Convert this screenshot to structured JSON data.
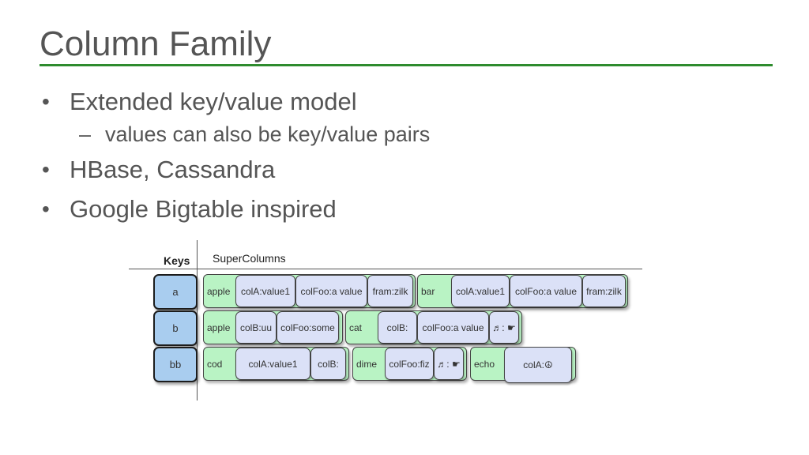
{
  "slide": {
    "title": "Column Family",
    "accent_color": "#2e8b2e",
    "bullets": [
      {
        "level": 1,
        "text": "Extended key/value model"
      },
      {
        "level": 2,
        "text": "values can also be key/value pairs"
      },
      {
        "level": 1,
        "text": "HBase, Cassandra"
      },
      {
        "level": 1,
        "text": "Google Bigtable inspired"
      }
    ]
  },
  "diagram": {
    "keys_header": "Keys",
    "supercolumns_header": "SuperColumns",
    "rows": [
      {
        "key": "a",
        "supercolumns": [
          {
            "name": "apple",
            "columns": [
              "colA:value1",
              "colFoo:a value",
              "fram:zilk"
            ]
          },
          {
            "name": "bar",
            "columns": [
              "colA:value1",
              "colFoo:a value",
              "fram:zilk"
            ]
          }
        ]
      },
      {
        "key": "b",
        "supercolumns": [
          {
            "name": "apple",
            "columns": [
              "colB:uu",
              "colFoo:some"
            ]
          },
          {
            "name": "cat",
            "columns": [
              "colB:",
              "colFoo:a value",
              "♬: ☛"
            ]
          }
        ]
      },
      {
        "key": "bb",
        "supercolumns": [
          {
            "name": "cod",
            "columns": [
              "colA:value1",
              "colB:"
            ]
          },
          {
            "name": "dime",
            "columns": [
              "colFoo:fiz",
              "♬: ☛"
            ]
          },
          {
            "name": "echo",
            "columns": [
              "colA:☮"
            ]
          }
        ]
      }
    ],
    "colors": {
      "key_fill": "#a9cdef",
      "supercolumn_fill": "#b9f3c4",
      "column_fill": "#dbe1f7"
    }
  }
}
